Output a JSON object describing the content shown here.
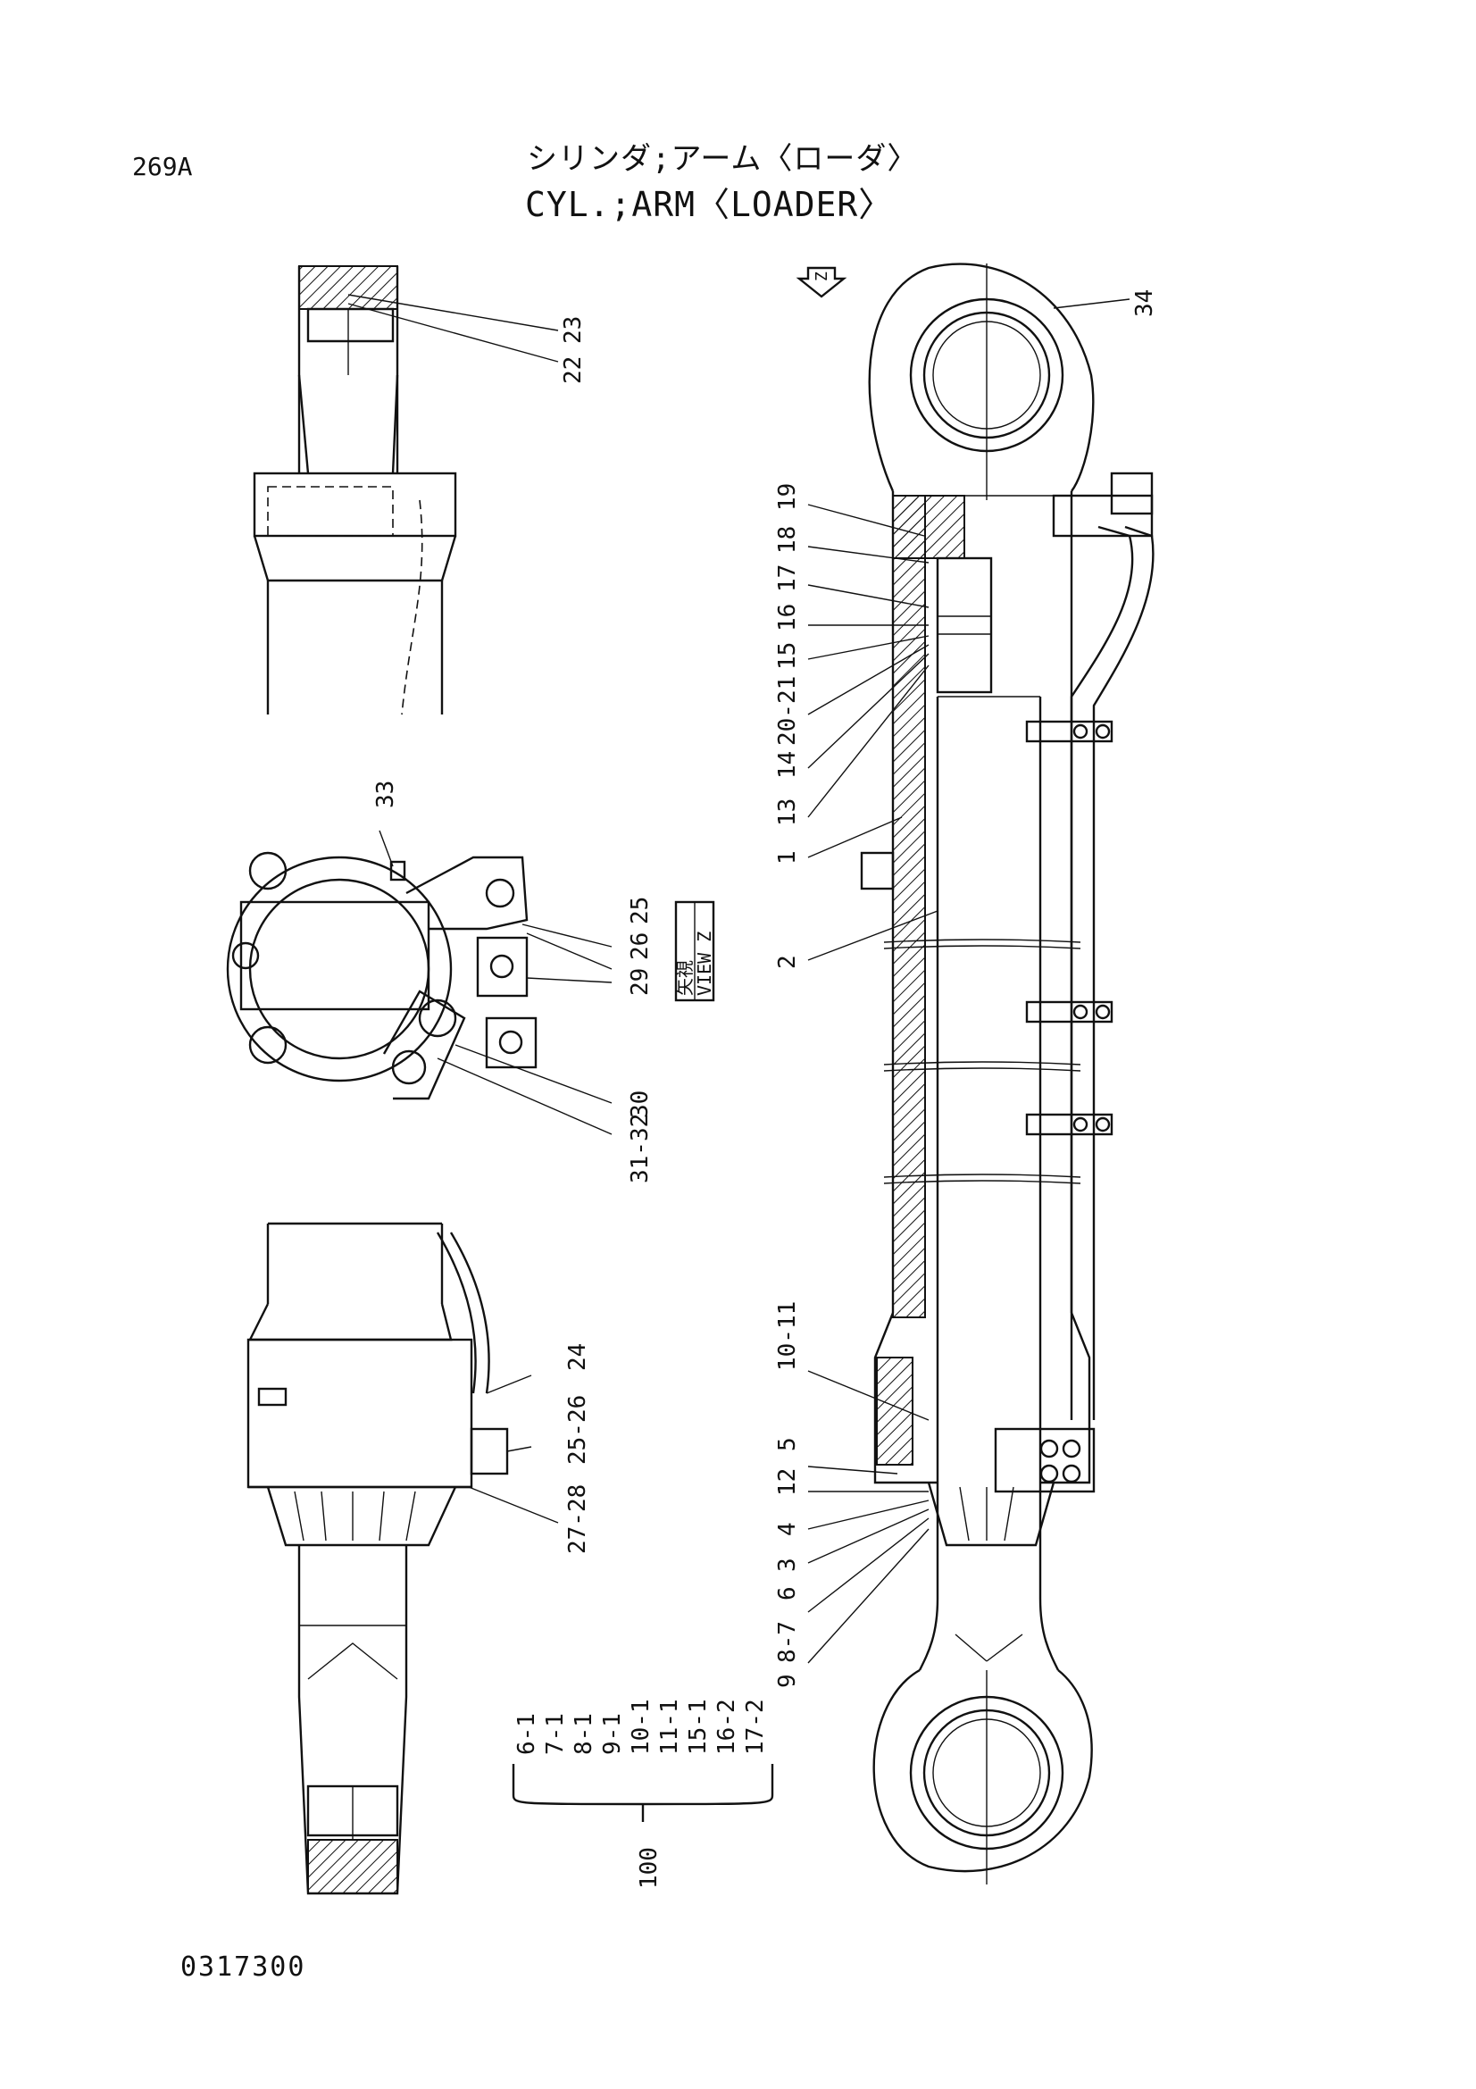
{
  "header": {
    "page_number": "269A",
    "title_jp": "シリンダ;アーム〈ローダ〉",
    "title_en": "CYL.;ARM〈LOADER〉"
  },
  "footer": {
    "doc_code": "0317300"
  },
  "view_tag": {
    "arrow_letter": "Z",
    "box_jp": "矢視",
    "box_en": "VIEW Z"
  },
  "callouts": {
    "c34": "34",
    "c19": "19",
    "c18": "18",
    "c17": "17",
    "c16": "16",
    "c15": "15",
    "c20_21": "20-21",
    "c14": "14",
    "c13": "13",
    "c1": "1",
    "c2": "2",
    "c10_11": "10-11",
    "c5": "5",
    "c12": "12",
    "c4": "4",
    "c3": "3",
    "c6": "6",
    "c8_7": "8-7",
    "c9": "9",
    "c22": "22",
    "c23": "23",
    "c33": "33",
    "c25": "25",
    "c26": "26",
    "c29": "29",
    "c30": "30",
    "c31_32": "31-32",
    "c24": "24",
    "c25_26": "25-26",
    "c27_28": "27-28"
  },
  "kit": {
    "number": "100",
    "items": [
      "6-1",
      "7-1",
      "8-1",
      "9-1",
      "10-1",
      "11-1",
      "15-1",
      "16-2",
      "17-2"
    ]
  }
}
